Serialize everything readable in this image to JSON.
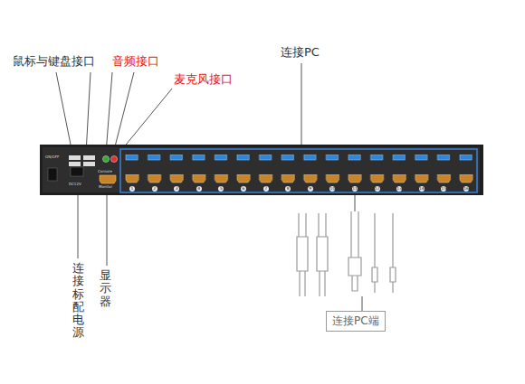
{
  "diagram": {
    "nodes": [
      {
        "text": [
          "连接PC端"
        ]
      }
    ],
    "labels": [
      "鼠标与键盘接口",
      "音频接口",
      "麦克风接口",
      "连接PC",
      "ON/OFF",
      "DC12V",
      "Console",
      "Monitor",
      "1",
      "2",
      "3",
      "4",
      "5",
      "6",
      "7",
      "8",
      "9",
      "10",
      "11",
      "12",
      "13",
      "14",
      "15",
      "16",
      "连接标配电源",
      "显示器"
    ]
  }
}
